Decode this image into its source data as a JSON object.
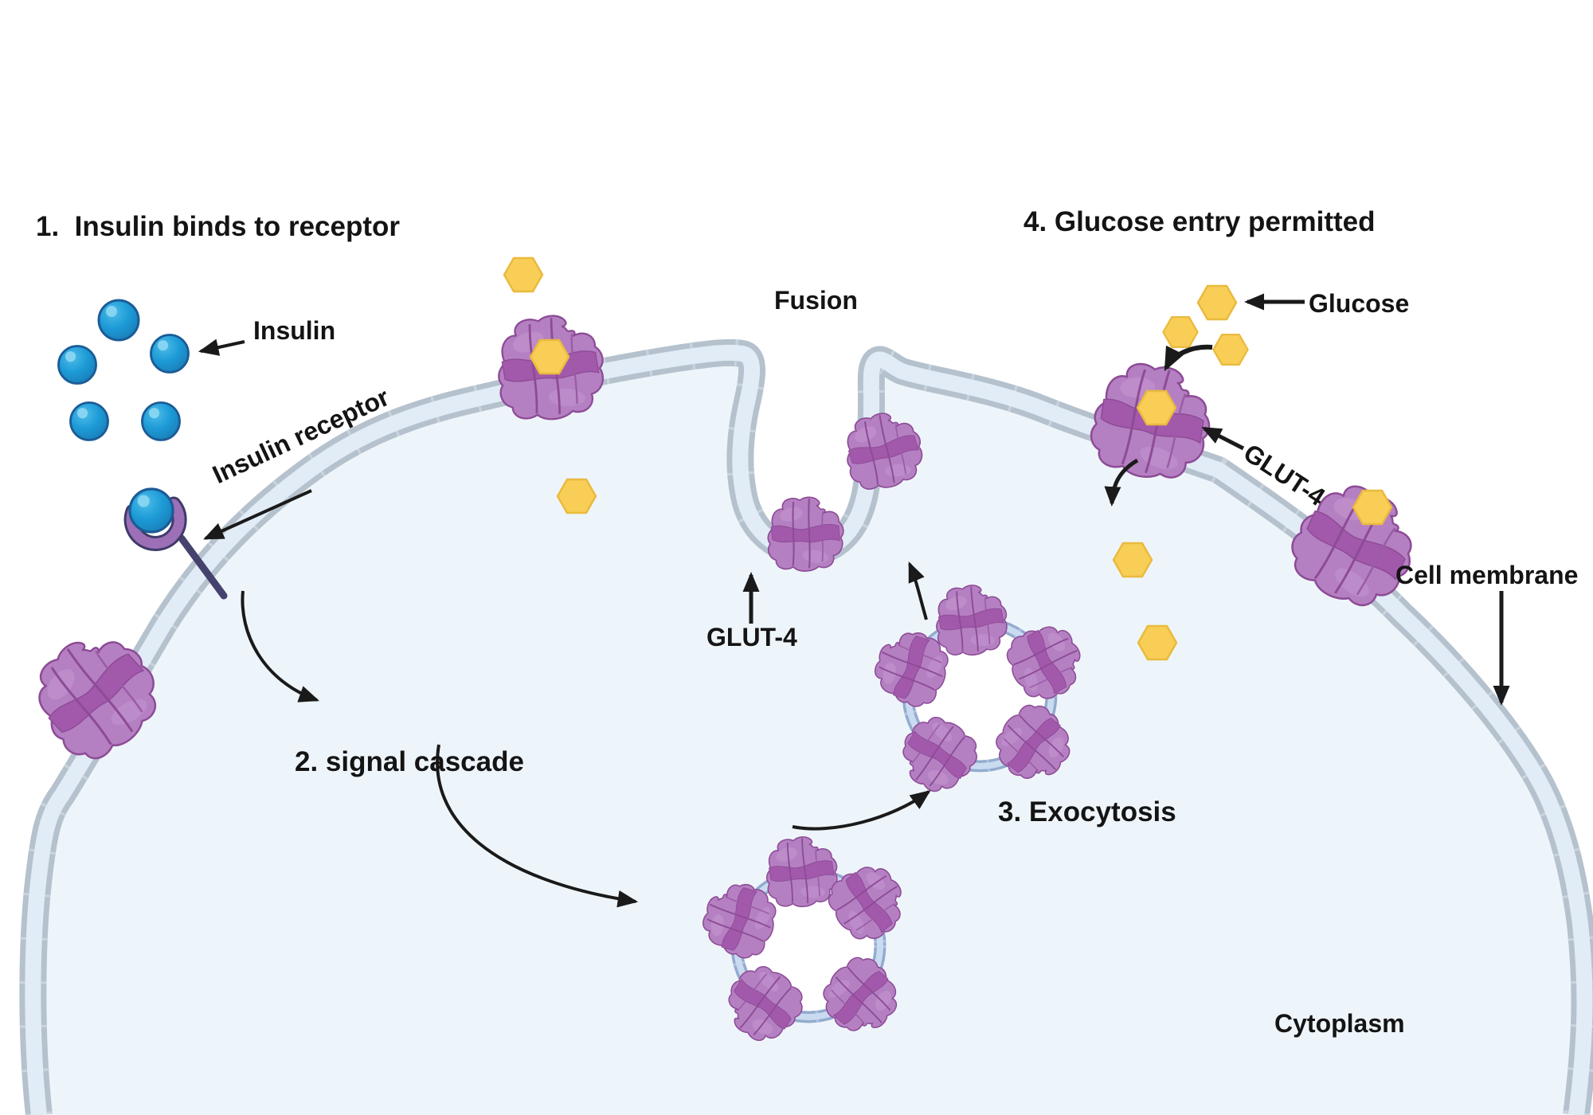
{
  "diagram": {
    "type": "cell-biology-pathway",
    "steps": {
      "step1": "1.  Insulin binds to receptor",
      "step2": "2. signal cascade",
      "step3": "3. Exocytosis",
      "step4": "4. Glucose entry permitted"
    },
    "labels": {
      "insulin": "Insulin",
      "insulin_receptor": "Insulin receptor",
      "fusion": "Fusion",
      "glut4_fusion_site": "GLUT-4",
      "glut4_right": "GLUT-4",
      "glucose": "Glucose",
      "cell_membrane": "Cell membrane",
      "cytoplasm": "Cytoplasm"
    },
    "colors": {
      "background": "#ffffff",
      "cytosol": "#eef5fa",
      "membrane_outline": "#b5c2ce",
      "membrane_tick": "#c9d4de",
      "membrane_core": "#e1ecf7",
      "vesicle_outer": "#93abce",
      "vesicle_tick": "#aec2e0",
      "vesicle_inner": "#c9dbf0",
      "vesicle_lumen": "#ffffff",
      "transporter_body": "#b480c2",
      "transporter_band": "#a259ab",
      "transporter_outline": "#8d4b96",
      "transporter_accent": "#c495cf",
      "insulin_fill": "#1c9ad6",
      "insulin_highlight": "#85d4f1",
      "insulin_outline": "#1b5c97",
      "receptor_cup": "#9c6fb6",
      "receptor_cup_outline": "#3f3b69",
      "receptor_stalk": "#46426e",
      "glucose_fill": "#f8ce56",
      "glucose_outline": "#eaba3e",
      "arrow": "#1a1a1a"
    },
    "counts": {
      "free_insulin_molecules": 5,
      "bound_insulin_molecules": 1,
      "free_glucose_molecules": 7,
      "transported_glucose_molecules": 3,
      "vesicles": 2,
      "transporters_per_vesicle": 5,
      "membrane_transporters": 6
    }
  }
}
